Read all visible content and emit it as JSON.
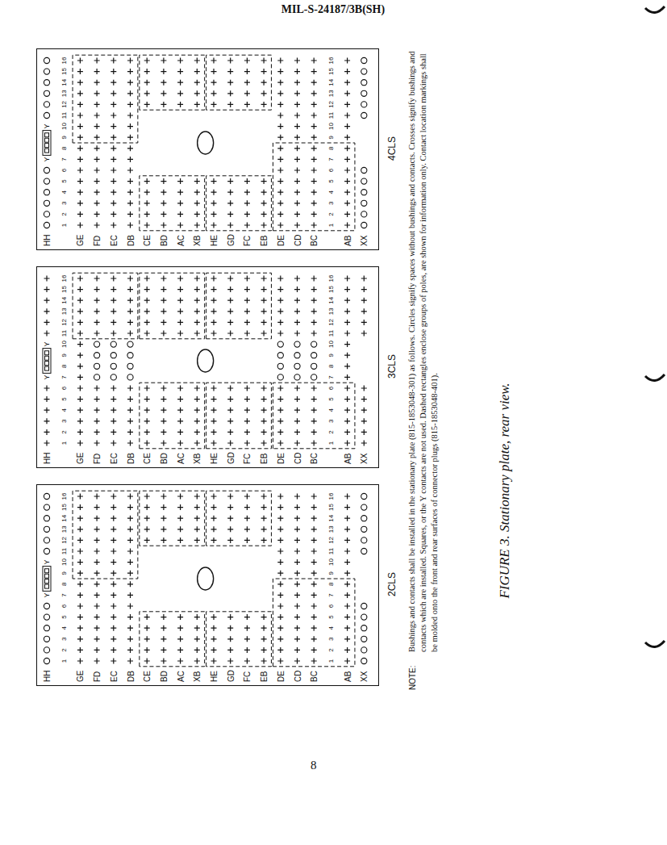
{
  "diagram": {
    "title": "MIL-S-24187/3B(SH)",
    "caption": "FIGURE 3. Stationary plate, rear view.",
    "nodes": [
      {
        "text": [
          "2CLS"
        ]
      },
      {
        "text": [
          "3CLS"
        ]
      },
      {
        "text": [
          "4CLS"
        ]
      }
    ],
    "labels": [
      "HH",
      "GE",
      "FD",
      "EC",
      "DB",
      "CE",
      "BD",
      "AC",
      "XB",
      "HE",
      "GD",
      "FC",
      "EB",
      "DE",
      "CD",
      "BC",
      "AB",
      "XX",
      "Y",
      "Y",
      "1",
      "2",
      "3",
      "4",
      "5",
      "6",
      "7",
      "8",
      "9",
      "10",
      "11",
      "12",
      "13",
      "14",
      "15",
      "16",
      "1",
      "2",
      "3",
      "4",
      "5",
      "6",
      "7",
      "8",
      "9",
      "10",
      "11",
      "12",
      "13",
      "14",
      "15",
      "16",
      "HH",
      "GE",
      "FD",
      "EC",
      "DB",
      "CE",
      "BD",
      "AC",
      "XB",
      "HE",
      "GD",
      "FC",
      "EB",
      "DE",
      "CD",
      "BC",
      "AB",
      "XX",
      "Y",
      "Y",
      "1",
      "2",
      "3",
      "4",
      "5",
      "6",
      "7",
      "8",
      "9",
      "10",
      "11",
      "12",
      "13",
      "14",
      "15",
      "16",
      "1",
      "2",
      "3",
      "4",
      "5",
      "6",
      "7",
      "8",
      "9",
      "10",
      "11",
      "12",
      "13",
      "14",
      "15",
      "16",
      "HH",
      "GE",
      "FD",
      "EC",
      "DB",
      "CE",
      "BD",
      "AC",
      "XB",
      "HE",
      "GD",
      "FC",
      "EB",
      "DE",
      "CD",
      "BC",
      "AB",
      "XX",
      "Y",
      "Y",
      "1",
      "2",
      "3",
      "4",
      "5",
      "6",
      "7",
      "8",
      "9",
      "10",
      "11",
      "12",
      "13",
      "14",
      "15",
      "16",
      "1",
      "2",
      "3",
      "4",
      "5",
      "6",
      "7",
      "8",
      "9",
      "10",
      "11",
      "12",
      "13",
      "14",
      "15",
      "16",
      "NOTE:",
      "Bushings and contacts shall be installed in the stationary plate (815-1853048-301) as follows. Circles signify spaces without bushings and contacts. Crosses signify bushings and contacts which are installed. Squares, or the Y contacts are not used. Dashed rectangles enclose groups of poles, are shown for information only. Contact location markings shall be molded onto the front and rear surfaces of connector plugs (815-1853048-401).",
      "8"
    ]
  }
}
